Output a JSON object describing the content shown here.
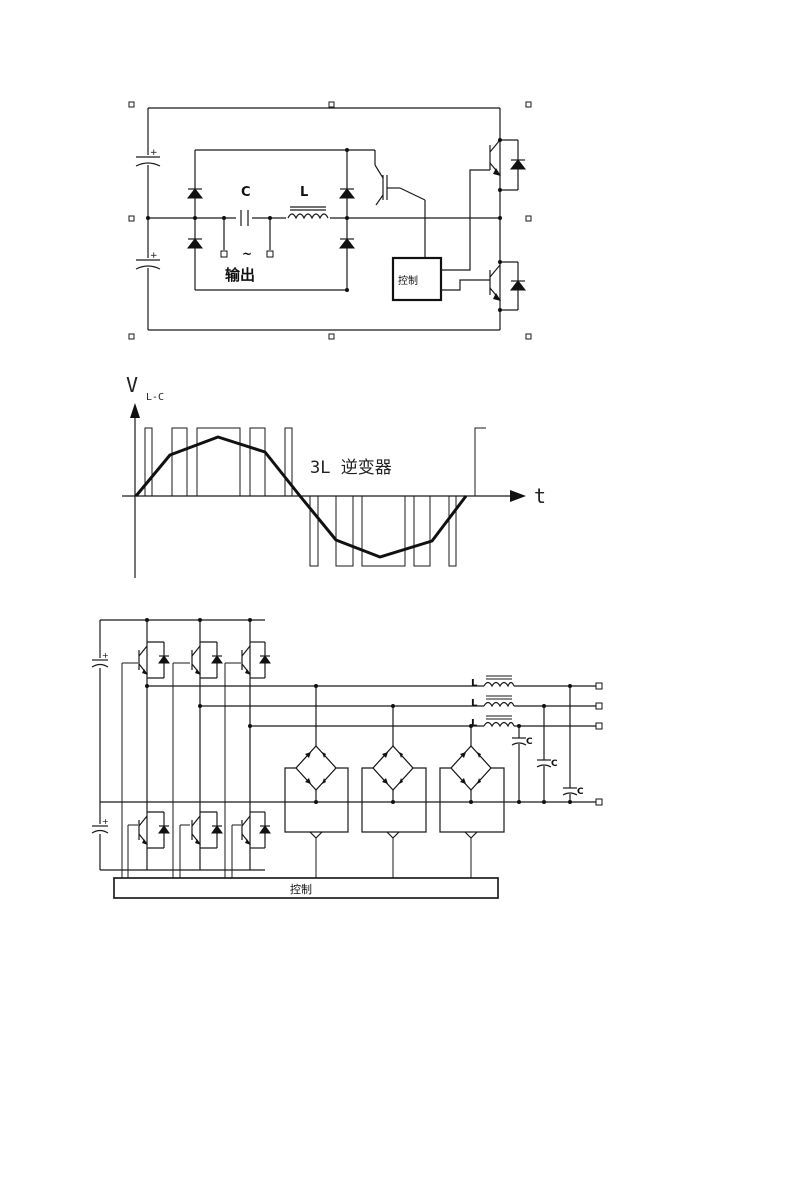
{
  "diagram1": {
    "capacitor_label": "C",
    "inductor_label": "L",
    "tilde": "~",
    "output_label": "输出",
    "control_label": "控制",
    "plus_top": "+",
    "plus_bottom": "+"
  },
  "waveform": {
    "v_label": "V",
    "v_subscript": "L-C",
    "inverter_label": "3L 逆变器",
    "t_label": "t"
  },
  "diagram3": {
    "inductor_labels": [
      "L",
      "L",
      "L"
    ],
    "capacitor_labels": [
      "C",
      "C",
      "C"
    ],
    "control_label": "控制",
    "plus_top": "+",
    "plus_bottom": "+"
  }
}
